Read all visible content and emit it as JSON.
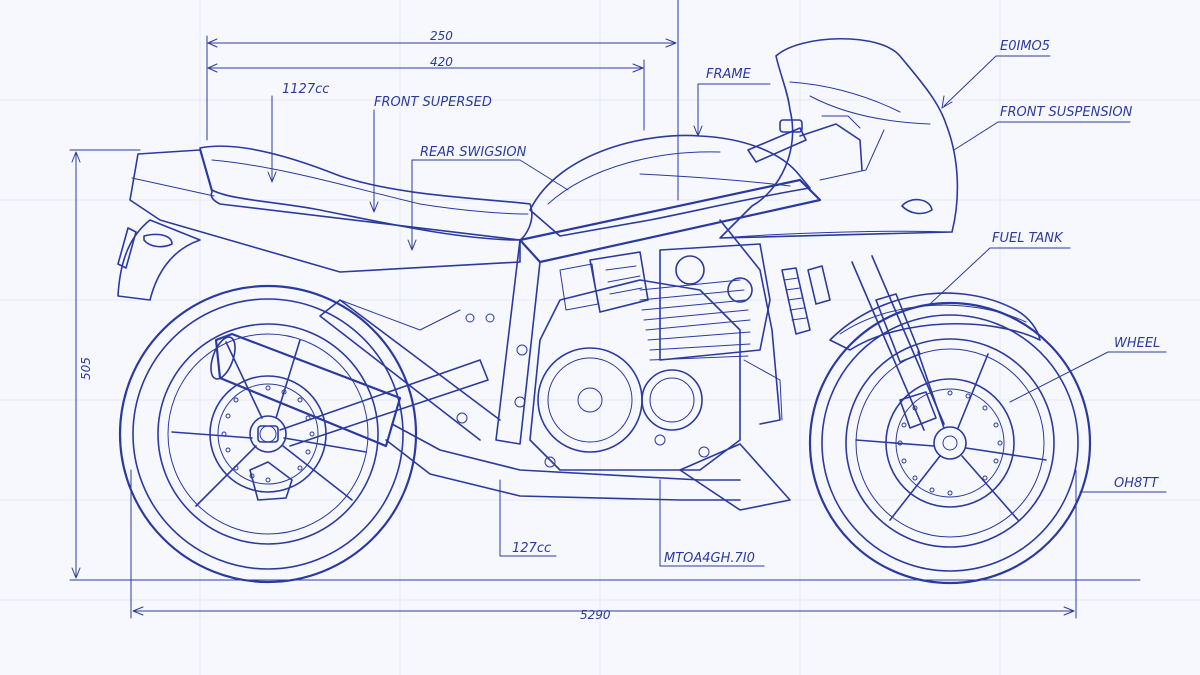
{
  "labels": {
    "displacement_top": "1127cc",
    "front_supersed": "FRONT SUPERSED",
    "rear_swingarm": "REAR SWIGSION",
    "frame": "FRAME",
    "fairing": "E0IMO5",
    "front_suspension": "FRONT SUSPENSION",
    "fuel_tank": "FUEL TANK",
    "wheel": "WHEEL",
    "brake": "OH8TT",
    "displacement_bottom": "127cc",
    "model_code": "MTOA4GH.7I0"
  },
  "dimensions": {
    "top_length_1": "250",
    "top_length_2": "420",
    "height": "505",
    "total_length": "5290"
  },
  "colors": {
    "ink": "#2b3aa0",
    "paper": "#f7f8fd"
  }
}
